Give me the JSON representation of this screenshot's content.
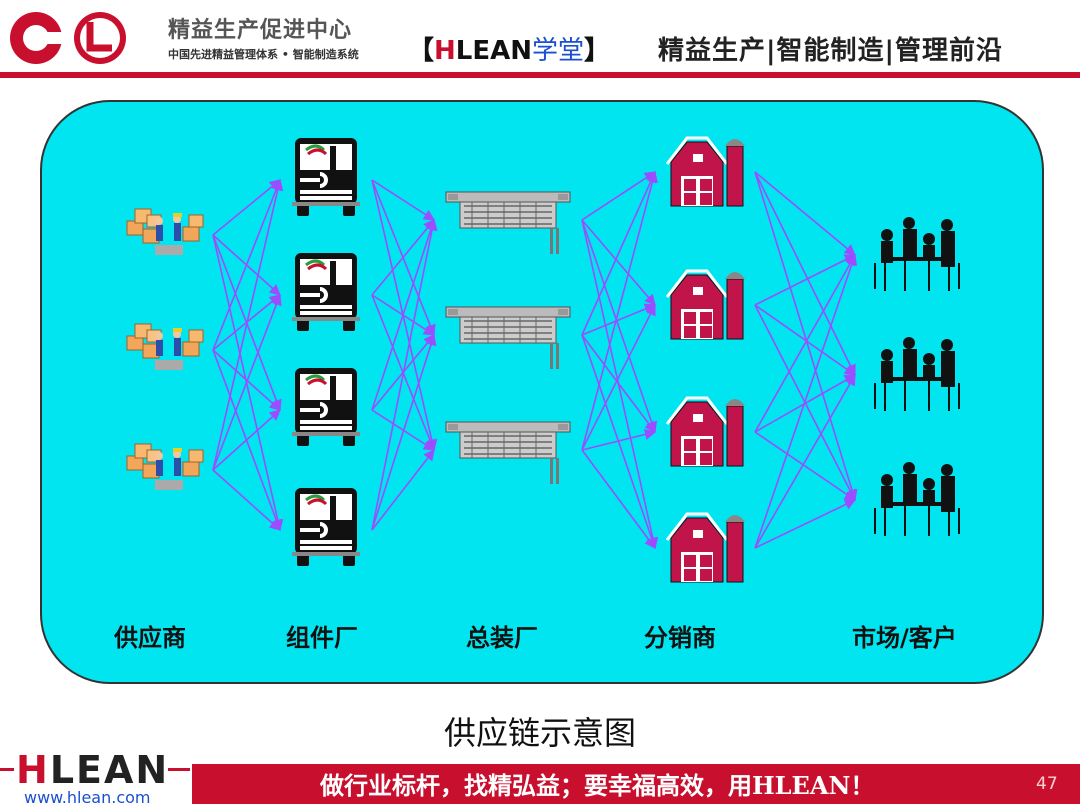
{
  "header": {
    "brand_name": "精益生产促进中心",
    "brand_sub": "中国先进精益管理体系 • 智能制造系统",
    "tag_open": "【",
    "tag_h": "H",
    "tag_lean": "LEAN",
    "tag_school": "学堂",
    "tag_close": "】",
    "slogan": "精益生产|智能制造|管理前沿"
  },
  "stages": [
    "供应商",
    "组件厂",
    "总装厂",
    "分销商",
    "市场/客户"
  ],
  "caption": "供应链示意图",
  "footer": {
    "logo_h": "H",
    "logo_rest": "LEAN",
    "url": "www.hlean.com",
    "slogan": "做行业标杆，找精弘益；要幸福高效，用HLEAN！",
    "page_number": "47"
  },
  "colors": {
    "brand_red": "#c8102e",
    "panel_cyan": "#00e5f0",
    "arrow_purple": "#9b4dff",
    "barn_red": "#c0144a"
  },
  "icons": {
    "supplier": "workers-with-boxes-icon",
    "component": "truck-front-icon",
    "assembly": "factory-building-icon",
    "distributor": "barn-warehouse-icon",
    "customer": "dining-people-icon"
  }
}
